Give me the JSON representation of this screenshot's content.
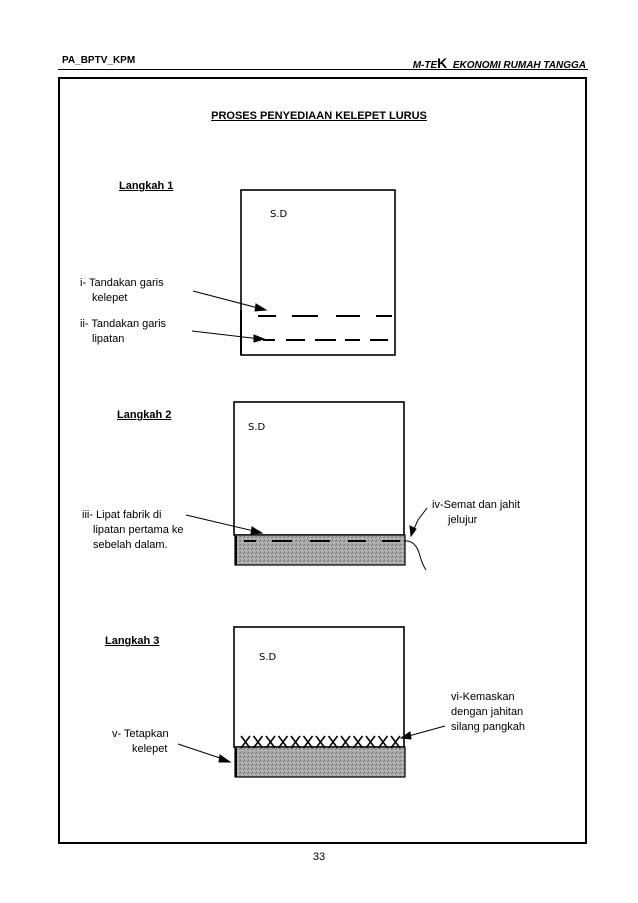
{
  "header": {
    "left": "PA_BPTV_KPM",
    "right_prefix": "M-TE",
    "right_k": "K",
    "right_suffix": "_EKONOMI RUMAH TANGGA"
  },
  "title": "PROSES PENYEDIAAN KELEPET LURUS",
  "steps": [
    {
      "heading": "Langkah 1",
      "sd_label": "S.D",
      "labels": [
        {
          "line1": "i- Tandakan garis",
          "line2": "kelepet"
        },
        {
          "line1": "ii- Tandakan garis",
          "line2": "lipatan"
        }
      ]
    },
    {
      "heading": "Langkah 2",
      "sd_label": "S.D",
      "labels": [
        {
          "line1": "iii- Lipat fabrik di",
          "line2": "lipatan pertama ke",
          "line3": "sebelah dalam."
        },
        {
          "line1": "iv-Semat dan jahit",
          "line2": "jelujur"
        }
      ]
    },
    {
      "heading": "Langkah 3",
      "sd_label": "S.D",
      "labels": [
        {
          "line1": "v- Tetapkan",
          "line2": "kelepet"
        },
        {
          "line1": "vi-Kemaskan",
          "line2": "dengan jahitan",
          "line3": "silang pangkah"
        }
      ]
    }
  ],
  "page_number": "33"
}
